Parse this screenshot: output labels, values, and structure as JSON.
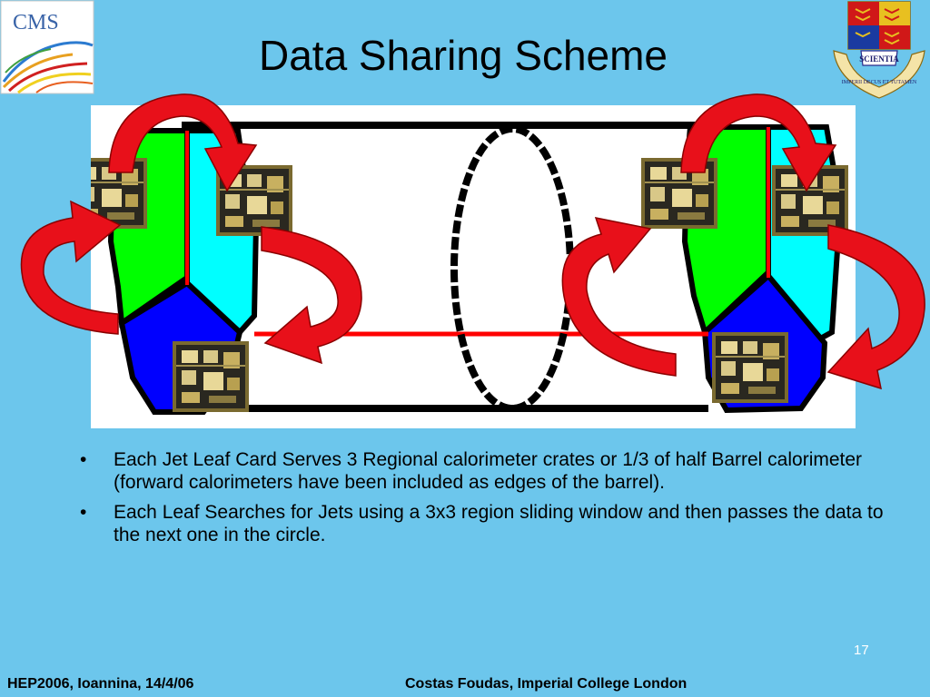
{
  "slide": {
    "title": "Data Sharing Scheme",
    "bullets": [
      "Each Jet Leaf Card Serves 3 Regional calorimeter crates or 1/3 of half Barrel calorimeter (forward calorimeters have been included as edges of the barrel).",
      "Each Leaf Searches for Jets using a 3x3 region sliding window and then passes the data to the next one in the circle."
    ],
    "bullet_char": "•",
    "page_number": "17"
  },
  "footer": {
    "left": "HEP2006, Ioannina, 14/4/06",
    "right": "Costas Foudas, Imperial College London"
  },
  "logos": {
    "cms_text": "CMS",
    "crest_motto": "SCIENTIA IMPERII DECUS ET TUTAMEN"
  },
  "colors": {
    "background": "#6CC6EC",
    "arrow_red": "#E8101A",
    "green": "#00FF00",
    "cyan": "#00FFFF",
    "blue": "#0000FF"
  },
  "icons": {
    "cms": "cms-logo-icon",
    "crest": "imperial-college-crest-icon",
    "card": "leaf-card-icon",
    "arrow": "curved-arrow-icon"
  }
}
